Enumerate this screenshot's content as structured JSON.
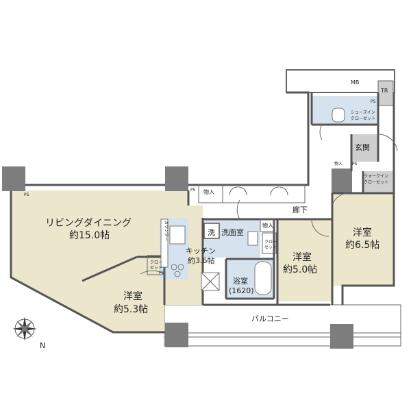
{
  "rooms": {
    "living": {
      "name": "リビングダイニング",
      "size": "約15.0帖"
    },
    "western1": {
      "name": "洋室",
      "size": "約5.3帖"
    },
    "kitchen": {
      "name": "キッチン",
      "size": "約3.6帖"
    },
    "western2": {
      "name": "洋室",
      "size": "約5.0帖"
    },
    "western3": {
      "name": "洋室",
      "size": "約6.5帖"
    },
    "bath": {
      "name": "浴室",
      "size": "(1620)"
    },
    "washroom": {
      "name": "洗面室"
    },
    "washer": {
      "name": "洗"
    },
    "corridor": {
      "name": "廊下"
    },
    "entrance": {
      "name": "玄関"
    },
    "balcony": {
      "name": "バルコニー"
    },
    "shoe_in_closet": {
      "line1": "シューズイン",
      "line2": "クローゼット"
    },
    "walk_in_closet": {
      "line1": "ウォークイン",
      "line2": "クローゼット"
    },
    "closet_a": {
      "line1": "クロー",
      "line2": "ゼット"
    },
    "closet_b": {
      "line1": "クロー",
      "line2": "ゼット"
    },
    "counter": {
      "name": "カウンター"
    },
    "storage_a": {
      "name": "物入"
    },
    "storage_b": {
      "name": "物入"
    },
    "storage_c": {
      "name": "物入"
    }
  },
  "fixtures": {
    "mb": "MB",
    "tr": "TR",
    "ps": [
      "PS",
      "PS",
      "PS",
      "PS",
      "PS"
    ],
    "compass": "N"
  }
}
